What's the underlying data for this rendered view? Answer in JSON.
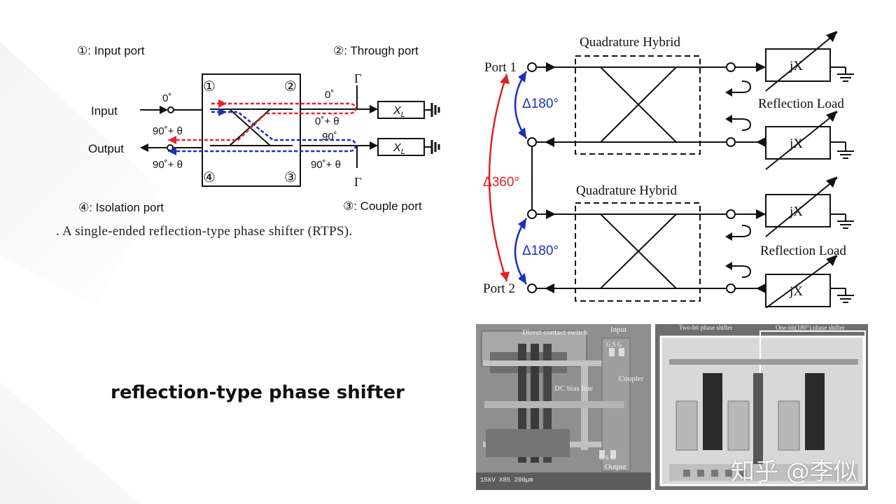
{
  "left_diagram": {
    "port_labels": {
      "p1": "①: Input port",
      "p2": "②: Through port",
      "p4": "④: Isolation port",
      "p3": "③: Couple port"
    },
    "corner_numbers": [
      "①",
      "②",
      "④",
      "③"
    ],
    "input_label": "Input",
    "output_label": "Output",
    "phase_input": "0˚",
    "phase_through": "0˚",
    "phase_through_reflected": "0˚+ θ",
    "phase_couple": "90˚",
    "phase_couple_reflected": "90˚+ θ",
    "phase_output_red": "90˚+ θ",
    "phase_output_blue": "90˚+ θ",
    "gamma": "Γ",
    "load": "X",
    "load_sub": "L",
    "colors": {
      "red_path": "#e8232a",
      "blue_path": "#1f2fb8"
    }
  },
  "caption": ".    A single-ended reflection-type phase shifter (RTPS).",
  "right_diagram": {
    "hybrid_label_top": "Quadrature Hybrid",
    "hybrid_label_bottom": "Quadrature Hybrid",
    "port1": "Port 1",
    "port2": "Port 2",
    "delta_180_top": "Δ180°",
    "delta_180_bottom": "Δ180°",
    "delta_360": "Δ360°",
    "reflection_load_top": "Reflection Load",
    "reflection_load_bottom": "Reflection Load",
    "load_label": "jX",
    "colors": {
      "red_arc": "#e32020",
      "blue_arc": "#1a2fc0"
    }
  },
  "main_title": "reflection-type phase shifter",
  "photo_left": {
    "labels": {
      "switch": "Direct contact switch",
      "input": "Input",
      "gsg_top": "G  S  G",
      "dc_bias": "DC bias line",
      "coupler": "Coupler",
      "gsg_bottom": "G  S  G",
      "output": "Output",
      "scale": "15kV    X85  200µm"
    }
  },
  "photo_right": {
    "labels": {
      "two_bit": "Two-bit phase shifter",
      "one_bit": "One-bit(180°) phase shifter"
    }
  },
  "watermark": "知乎 @李似"
}
